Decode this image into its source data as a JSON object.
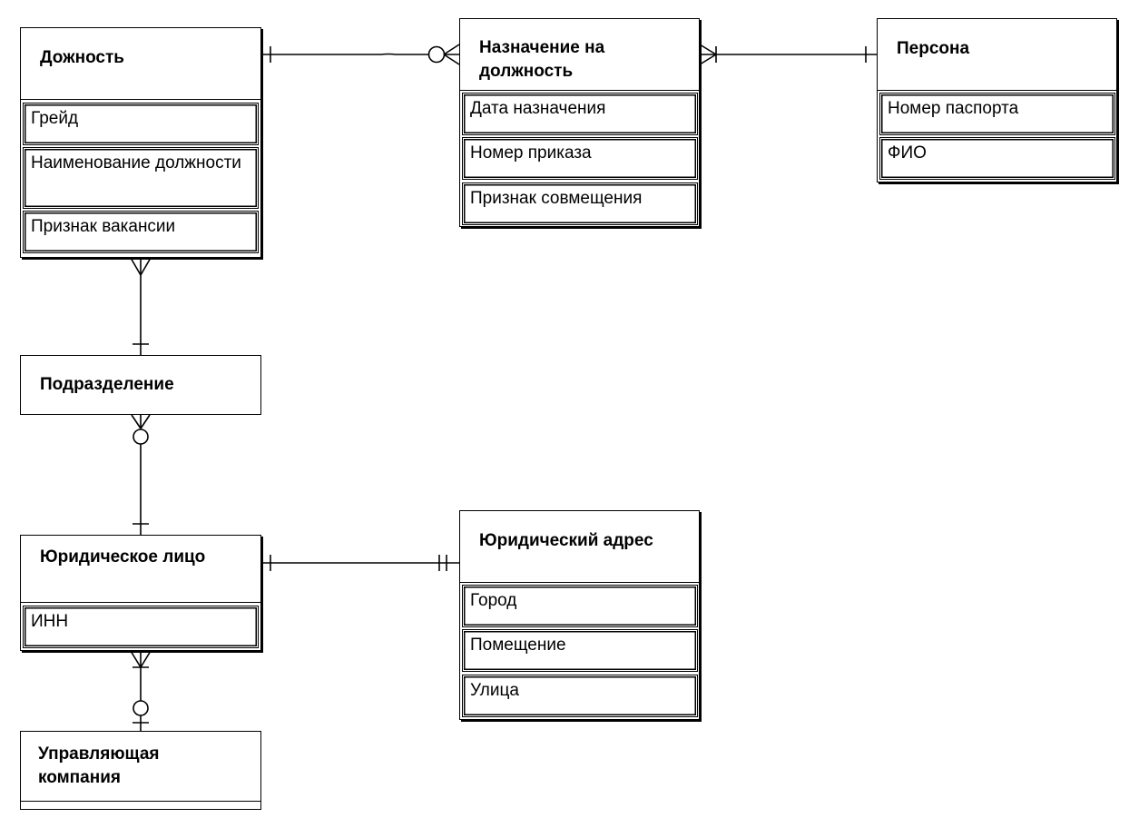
{
  "entities": {
    "dolzhnost": {
      "title": "Дожность",
      "attributes": [
        "Грейд",
        "Наименование должности",
        "Признак вакансии"
      ]
    },
    "naznachenie": {
      "title": "Назначение на должность",
      "attributes": [
        "Дата назначения",
        "Номер приказа",
        "Признак совмещения"
      ]
    },
    "persona": {
      "title": "Персона",
      "attributes": [
        "Номер паспорта",
        "ФИО"
      ]
    },
    "podrazdelenie": {
      "title": "Подразделение"
    },
    "yurlico": {
      "title": "Юридическое лицо",
      "attributes": [
        "ИНН"
      ]
    },
    "yuradres": {
      "title": "Юридический адрес",
      "attributes": [
        "Город",
        "Помещение",
        "Улица"
      ]
    },
    "upravlyayushchaya": {
      "title": "Управляющая компания"
    }
  },
  "relationships": [
    {
      "from": "dolzhnost",
      "to": "naznachenie",
      "from_end": "one",
      "to_end": "zero-or-many"
    },
    {
      "from": "naznachenie",
      "to": "persona",
      "from_end": "one-or-many",
      "to_end": "one"
    },
    {
      "from": "dolzhnost",
      "to": "podrazdelenie",
      "from_end": "many",
      "to_end": "one"
    },
    {
      "from": "podrazdelenie",
      "to": "yurlico",
      "from_end": "zero-or-many",
      "to_end": "one"
    },
    {
      "from": "yurlico",
      "to": "yuradres",
      "from_end": "one",
      "to_end": "exactly-one"
    },
    {
      "from": "yurlico",
      "to": "upravlyayushchaya",
      "from_end": "one-or-many",
      "to_end": "zero-or-one"
    }
  ]
}
